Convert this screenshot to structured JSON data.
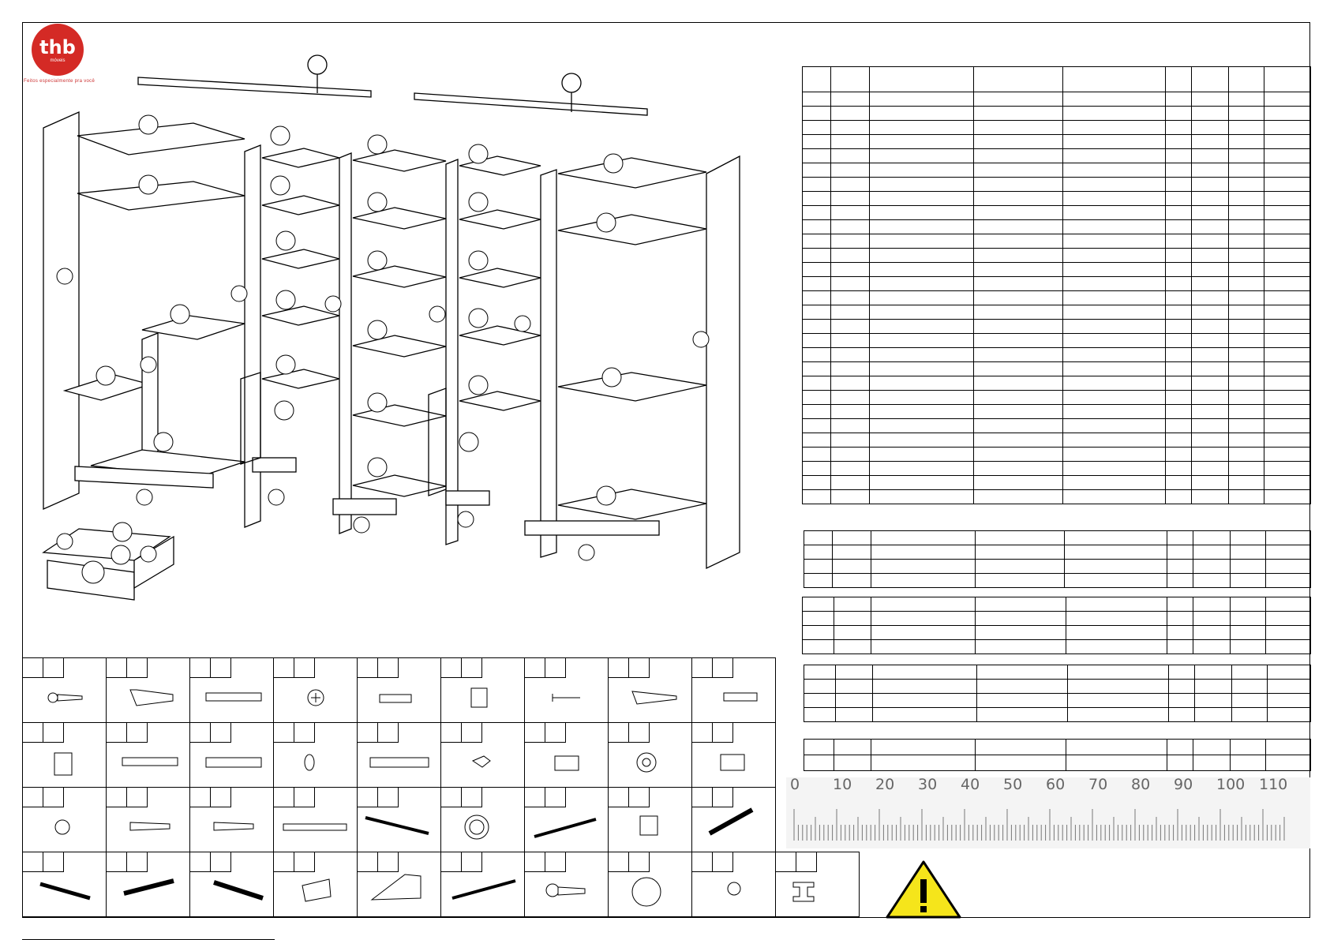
{
  "brand": {
    "logo_text": "thb",
    "logo_sub": "móveis",
    "tagline": "Feitos especialmente pra você",
    "brand_color": "#d42a25"
  },
  "ruler": {
    "labels": [
      "0",
      "10",
      "20",
      "30",
      "40",
      "50",
      "60",
      "70",
      "80",
      "90",
      "100",
      "110"
    ]
  },
  "icons": {
    "row1": [
      "pan-head-screw-icon",
      "countersunk-screw-icon",
      "double-dowel-icon",
      "cam-lock-icon",
      "wood-dowel-icon",
      "corner-bracket-icon",
      "nail-icon",
      "flat-screw-icon",
      "dowel-pin-icon"
    ],
    "row2": [
      "shelf-support-icon",
      "long-screw-icon",
      "hinge-icon",
      "washer-icon",
      "hinge-arm-icon",
      "clip-icon",
      "angle-clip-icon",
      "cam-disc-icon",
      "bushing-icon"
    ],
    "row3": [
      "cap-icon",
      "chipboard-screw-icon",
      "chipboard-screw-2-icon",
      "connector-bolt-icon",
      "hanging-rail-icon",
      "knob-icon",
      "rod-icon",
      "label-tab-icon",
      "drawer-slide-icon"
    ],
    "row4": [
      "drawer-slide-left-icon",
      "drawer-slide-right-icon",
      "drawer-slide-rail-icon",
      "rail-support-icon",
      "corner-block-icon",
      "long-rod-icon",
      "pan-screw-icon",
      "thb-badge-icon",
      "small-cap-icon",
      "h-connector-icon"
    ]
  },
  "warning": {
    "icon": "warning-triangle-icon",
    "color": "#f5e51b"
  }
}
